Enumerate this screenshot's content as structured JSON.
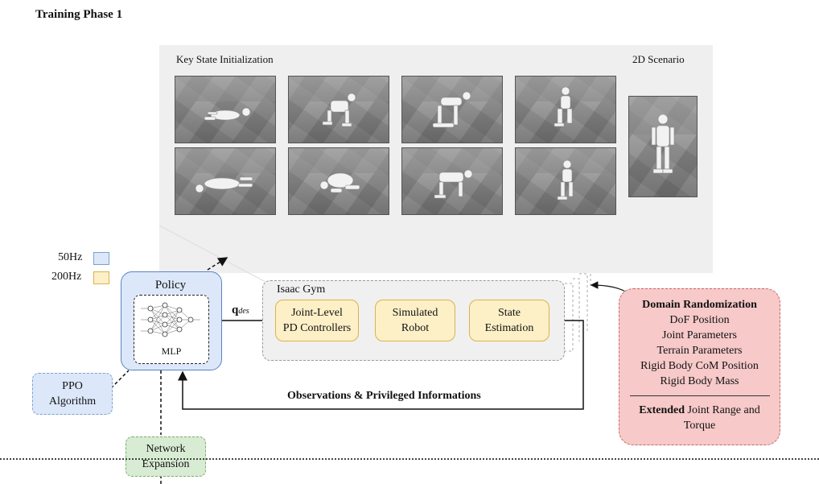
{
  "phase_title": "Training Phase 1",
  "panel": {
    "left_label": "Key State Initialization",
    "right_label": "2D Scenario"
  },
  "legend": [
    {
      "label": "50Hz",
      "color": "#dce8fa"
    },
    {
      "label": "200Hz",
      "color": "#fdf0c7"
    }
  ],
  "policy": {
    "title": "Policy",
    "network_label": "MLP"
  },
  "q_des_label": {
    "main": "q",
    "sub": "des"
  },
  "isaac_gym": {
    "title": "Isaac Gym",
    "blocks": [
      {
        "lines": [
          "Joint-Level",
          "PD Controllers"
        ]
      },
      {
        "lines": [
          "Simulated",
          "Robot"
        ]
      },
      {
        "lines": [
          "State",
          "Estimation"
        ]
      }
    ]
  },
  "observations_label": "Observations & Privileged Informations",
  "ppo": {
    "lines": [
      "PPO",
      "Algorithm"
    ]
  },
  "network_expansion": {
    "lines": [
      "Network",
      "Expansion"
    ]
  },
  "domain_randomization": {
    "title": "Domain Randomization",
    "items": [
      "DoF Position",
      "Joint Parameters",
      "Terrain Parameters",
      "Rigid Body CoM Position",
      "Rigid Body Mass"
    ],
    "extended_bold": "Extended",
    "extended_rest": " Joint Range and",
    "extended_line2": "Torque"
  },
  "colors": {
    "policy_fill": "#dce8fa",
    "controller_fill": "#fdf0c7",
    "randomization_fill": "#f7c9c9",
    "expansion_fill": "#d8ebd3"
  }
}
